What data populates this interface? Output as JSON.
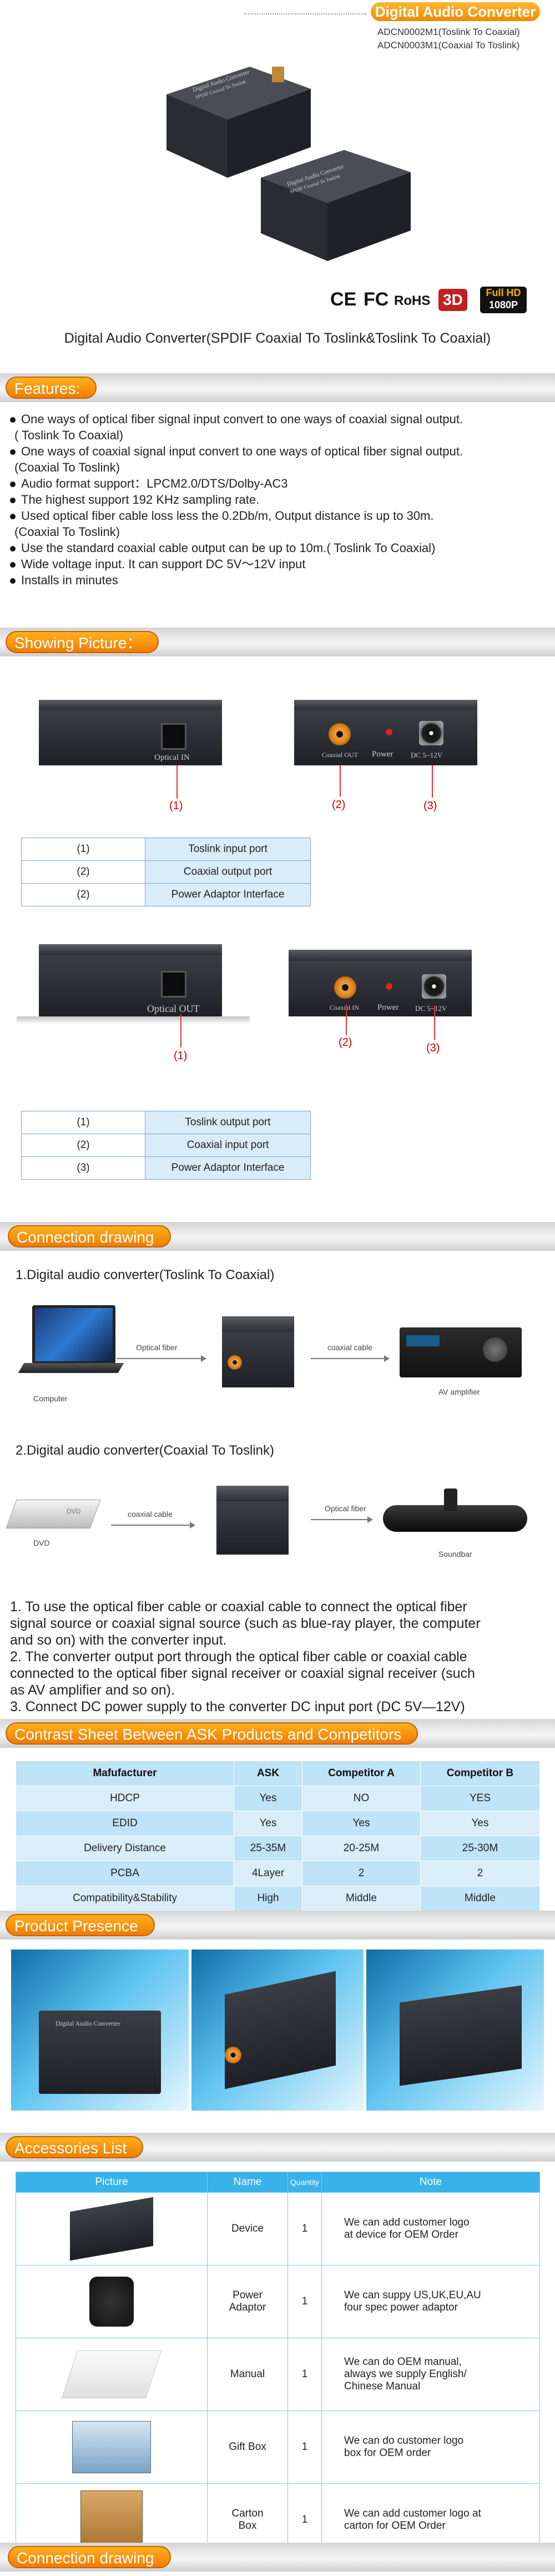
{
  "header": {
    "title": "Digital Audio Converter",
    "models": [
      "ADCN0002M1(Toslink To Coaxial)",
      "ADCN0003M1(Coaxial To Toslink)"
    ],
    "device_top_text": "Digital Audio Converter",
    "device_top_sub": "SPDIF Coaxial To Toslink",
    "certs": [
      "CE",
      "FC",
      "RoHS",
      "3D"
    ],
    "fullhd": [
      "Full HD",
      "1080P"
    ],
    "subtitle": "Digital Audio Converter(SPDIF Coaxial To Toslink&Toslink To Coaxial)"
  },
  "features": {
    "heading": "Features:",
    "items": [
      "One ways of optical fiber signal input convert to one ways of coaxial signal output.",
      "One ways of coaxial signal input convert to one ways of optical fiber signal output.",
      "Audio format support：LPCM2.0/DTS/Dolby-AC3",
      "The highest support 192 KHz sampling rate.",
      "Used optical fiber cable loss less the 0.2Db/m, Output   distance is up to 30m.",
      "Use the standard coaxial cable output can be up to 10m.( Toslink To Coaxial)",
      "Wide voltage input. It can support DC 5V～12V input",
      "Installs in minutes"
    ],
    "subs": [
      "( Toslink To Coaxial)",
      "(Coaxial To Toslink)",
      "(Coaxial To Toslink)"
    ]
  },
  "showing": {
    "heading": "Showing Picture：",
    "dev1": {
      "opt_label": "Optical IN",
      "coax_label": "Coaxial OUT",
      "power_label": "Power",
      "dc_label": "DC 5~12V"
    },
    "dev2": {
      "opt_label": "Optical OUT",
      "coax_label": "Coaxial IN",
      "power_label": "Power",
      "dc_label": "DC 5~12V"
    },
    "nums1": [
      "(1)",
      "(2)",
      "(3)"
    ],
    "nums2": [
      "(1)",
      "(2)",
      "(3)"
    ],
    "table1": [
      [
        "(1)",
        "Toslink input port"
      ],
      [
        "(2)",
        "Coaxial output port"
      ],
      [
        "(2)",
        "Power Adaptor Interface"
      ]
    ],
    "table2": [
      [
        "(1)",
        "Toslink output port"
      ],
      [
        "(2)",
        "Coaxial input port"
      ],
      [
        "(3)",
        "Power Adaptor Interface"
      ]
    ]
  },
  "connection": {
    "heading": "Connection drawing",
    "d1_title": "1.Digital audio converter(Toslink To Coaxial)",
    "d1": {
      "computer": "Computer",
      "fiber": "Optical fiber",
      "coax": "coaxial cable",
      "amp": "AV amplifier"
    },
    "d2_title": "2.Digital audio converter(Coaxial To Toslink)",
    "d2": {
      "dvd": "DVD",
      "coax": "coaxial cable",
      "fiber": "Optical fiber",
      "soundbar": "Soundbar",
      "dvd_brand": "DVD"
    },
    "instructions": [
      "1. To use the optical fiber cable or coaxial cable to connect the optical fiber",
      "    signal source or coaxial signal source (such as blue-ray player, the computer",
      "    and so on) with the converter input.",
      "2. The converter output port through the optical fiber cable or coaxial cable",
      "    connected to the optical fiber signal receiver or coaxial signal receiver (such",
      "    as AV amplifier and so on).",
      "3. Connect DC power supply to the converter DC input port (DC 5V—12V)"
    ]
  },
  "contrast": {
    "heading": "Contrast Sheet Between ASK Products and Competitors",
    "headers": [
      "Mafufacturer",
      "ASK",
      "Competitor  A",
      "Competitor  B"
    ],
    "rows": [
      [
        "HDCP",
        "Yes",
        "NO",
        "YES"
      ],
      [
        "EDID",
        "Yes",
        "Yes",
        "Yes"
      ],
      [
        "Delivery  Distance",
        "25-35M",
        "20-25M",
        "25-30M"
      ],
      [
        "PCBA",
        "4Layer",
        "2",
        "2"
      ],
      [
        "Compatibility&Stability",
        "High",
        "Middle",
        "Middle"
      ]
    ]
  },
  "presence": {
    "heading": "Product Presence"
  },
  "accessories": {
    "heading": "Accessories List",
    "headers": [
      "Picture",
      "Name",
      "Quantity",
      "Note"
    ],
    "rows": [
      {
        "name": "Device",
        "qty": "1",
        "note": [
          "We can add customer logo",
          "at device for OEM Order"
        ]
      },
      {
        "name": "Power\nAdaptor",
        "qty": "1",
        "note": [
          "We can suppy US,UK,EU,AU",
          "four spec power adaptor"
        ]
      },
      {
        "name": "Manual",
        "qty": "1",
        "note": [
          "We can do OEM manual,",
          "always we supply English/",
          "Chinese Manual"
        ]
      },
      {
        "name": "Gift Box",
        "qty": "1",
        "note": [
          "We can do customer logo",
          "box for OEM order"
        ]
      },
      {
        "name": "Carton\nBox",
        "qty": "1",
        "note": [
          "We can add customer logo at",
          "carton for OEM Order"
        ]
      }
    ]
  },
  "footer": {
    "heading": "Connection drawing"
  }
}
